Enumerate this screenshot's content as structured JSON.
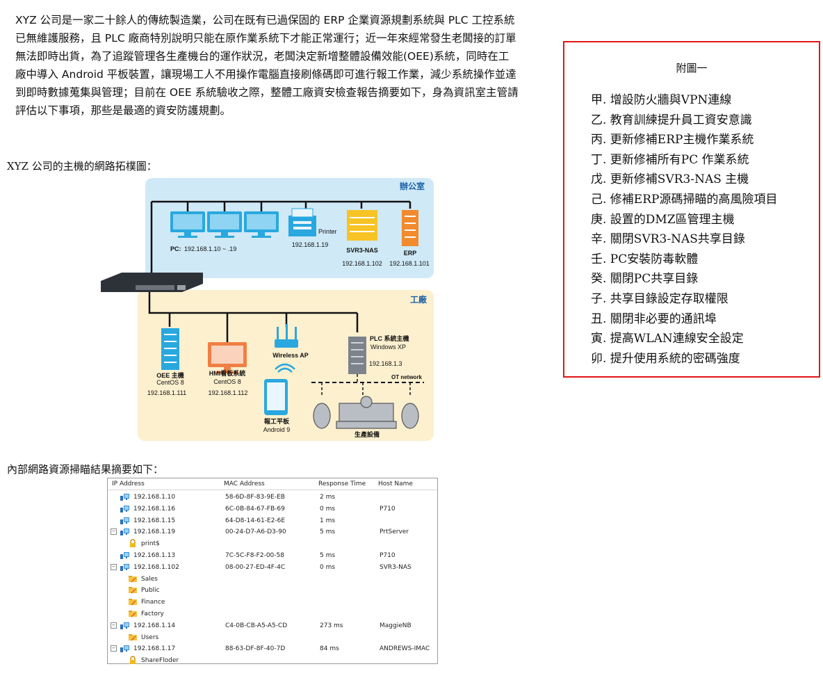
{
  "intro_paragraph": "XYZ 公司是一家二十餘人的傳統製造業，公司在既有已過保固的 ERP 企業資源規劃系統與 PLC 工控系統已無維護服務，且 PLC 廠商特別說明只能在原作業系統下才能正常運行；近一年來經常發生老闆接的訂單無法即時出貨，為了追蹤管理各生產機台的運作狀況，老闆決定新增整體設備效能(OEE)系統，同時在工廠中導入 Android 平板裝置，讓現場工人不用操作電腦直接刷條碼即可進行報工作業，減少系統操作並達到即時數據蒐集與管理；目前在 OEE 系統驗收之際，整體工廠資安檢查報告摘要如下，身為資訊室主管請評估以下事項，那些是最適的資安防護規劃。",
  "topology_heading": "XYZ 公司的主機的網路拓樸圖：",
  "topology": {
    "office_label": "辦公室",
    "factory_label": "工廠",
    "pc_label": "PC:",
    "pc_range": "192.168.1.10 ~ .19",
    "printer_label": "Printer",
    "printer_ip": "192.168.1.19",
    "nas_label": "SVR3-NAS",
    "nas_ip": "192.168.1.102",
    "erp_label": "ERP",
    "erp_ip": "192.168.1.101",
    "oee_label": "OEE 主機",
    "oee_os": "CentOS 8",
    "oee_ip": "192.168.1.111",
    "hmi_label": "HMI看板系統",
    "hmi_os": "CentOS 8",
    "hmi_ip": "192.168.1.112",
    "ap_label": "Wireless AP",
    "tablet_label": "報工平板",
    "tablet_os": "Android 9",
    "plc_label": "PLC 系統主機",
    "plc_os": "Windows XP",
    "plc_ip": "192.168.1.3",
    "ot_label": "OT network",
    "equipment_label": "生產設備",
    "colors": {
      "office_bg": "#cfe9f7",
      "factory_bg": "#fdf0cf",
      "monitor": "#29a8df",
      "nas": "#f7c325",
      "erp": "#f28a2e",
      "hmi": "#f07f45"
    }
  },
  "scan_heading": "內部網路資源掃瞄結果摘要如下：",
  "scan_table": {
    "headers": [
      "IP Address",
      "MAC Address",
      "Response Time",
      "Host Name"
    ],
    "rows": [
      {
        "ip": "192.168.1.10",
        "mac": "58-6D-8F-83-9E-EB",
        "rt": "2 ms",
        "host": ""
      },
      {
        "ip": "192.168.1.16",
        "mac": "6C-0B-84-67-FB-69",
        "rt": "0 ms",
        "host": "P710"
      },
      {
        "ip": "192.168.1.15",
        "mac": "64-D8-14-61-E2-6E",
        "rt": "1 ms",
        "host": ""
      },
      {
        "ip": "192.168.1.19",
        "mac": "00-24-D7-A6-D3-90",
        "rt": "5 ms",
        "host": "PrtServer"
      },
      {
        "share": "print$"
      },
      {
        "ip": "192.168.1.13",
        "mac": "7C-5C-F8-F2-00-58",
        "rt": "5 ms",
        "host": "P710"
      },
      {
        "ip": "192.168.1.102",
        "mac": "08-00-27-ED-4F-4C",
        "rt": "0 ms",
        "host": "SVR3-NAS"
      },
      {
        "share": "Sales"
      },
      {
        "share": "Public"
      },
      {
        "share": "Finance"
      },
      {
        "share": "Factory"
      },
      {
        "ip": "192.168.1.14",
        "mac": "C4-0B-CB-A5-A5-CD",
        "rt": "273 ms",
        "host": "MaggieNB"
      },
      {
        "share": "Users"
      },
      {
        "ip": "192.168.1.17",
        "mac": "88-63-DF-8F-40-7D",
        "rt": "84 ms",
        "host": "ANDREWS-IMAC"
      },
      {
        "share": "ShareFloder"
      }
    ]
  },
  "appendix": {
    "title": "附圖一",
    "items": [
      "甲. 增設防火牆與VPN連線",
      "乙. 教育訓練提升員工資安意識",
      "丙. 更新修補ERP主機作業系統",
      "丁. 更新修補所有PC 作業系統",
      "戊. 更新修補SVR3-NAS 主機",
      "己. 修補ERP源碼掃瞄的高風險項目",
      "庚. 設置的DMZ區管理主機",
      "辛. 關閉SVR3-NAS共享目錄",
      "壬. PC安裝防毒軟體",
      "癸. 關閉PC共享目錄",
      "子. 共享目錄設定存取權限",
      "丑. 關閉非必要的通訊埠",
      "寅. 提高WLAN連線安全設定",
      "卯. 提升使用系統的密碼強度"
    ]
  }
}
